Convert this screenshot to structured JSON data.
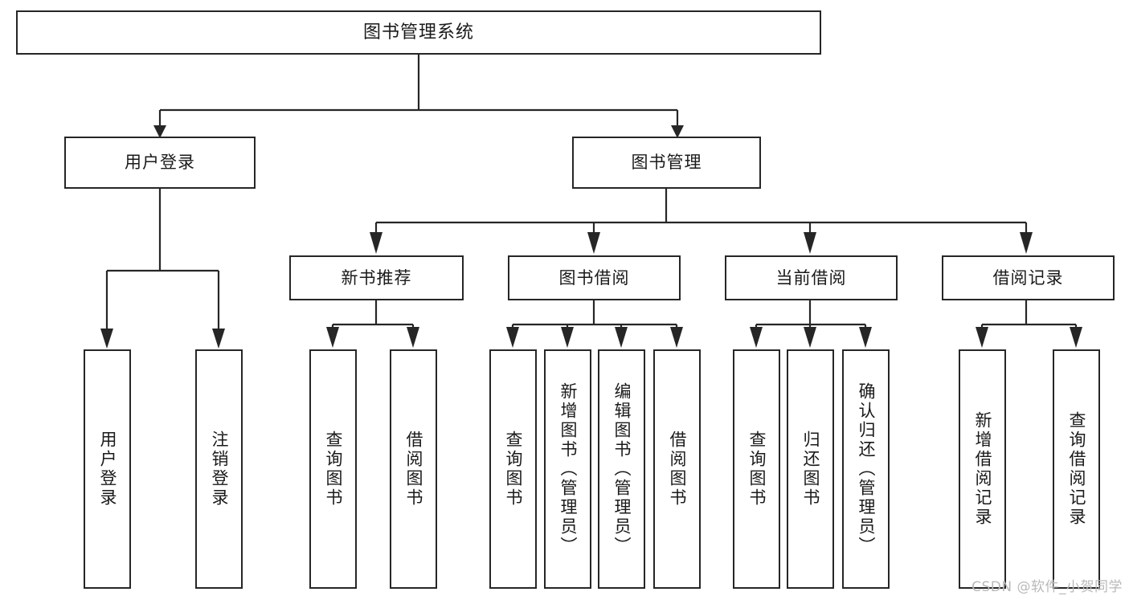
{
  "diagram": {
    "title": "图书管理系统",
    "type": "tree-hierarchy-flowchart",
    "root": {
      "label": "图书管理系统"
    },
    "level2": [
      {
        "label": "用户登录"
      },
      {
        "label": "图书管理"
      }
    ],
    "level3": [
      {
        "label": "新书推荐"
      },
      {
        "label": "图书借阅"
      },
      {
        "label": "当前借阅"
      },
      {
        "label": "借阅记录"
      }
    ],
    "leaves": {
      "user_login": [
        {
          "label": "用户登录"
        },
        {
          "label": "注销登录"
        }
      ],
      "new_book_recommend": [
        {
          "label": "查询图书"
        },
        {
          "label": "借阅图书"
        }
      ],
      "book_borrow": [
        {
          "label": "查询图书"
        },
        {
          "label": "新增图书（管理员）"
        },
        {
          "label": "编辑图书（管理员）"
        },
        {
          "label": "借阅图书"
        }
      ],
      "current_borrow": [
        {
          "label": "查询图书"
        },
        {
          "label": "归还图书"
        },
        {
          "label": "确认归还（管理员）"
        }
      ],
      "borrow_record": [
        {
          "label": "新增借阅记录"
        },
        {
          "label": "查询借阅记录"
        }
      ]
    }
  },
  "watermark": {
    "text": "CSDN @软件_小贺同学"
  },
  "colors": {
    "stroke": "#262626",
    "background": "#ffffff",
    "text": "#1a1a1a",
    "watermark": "#b9b9b9"
  }
}
